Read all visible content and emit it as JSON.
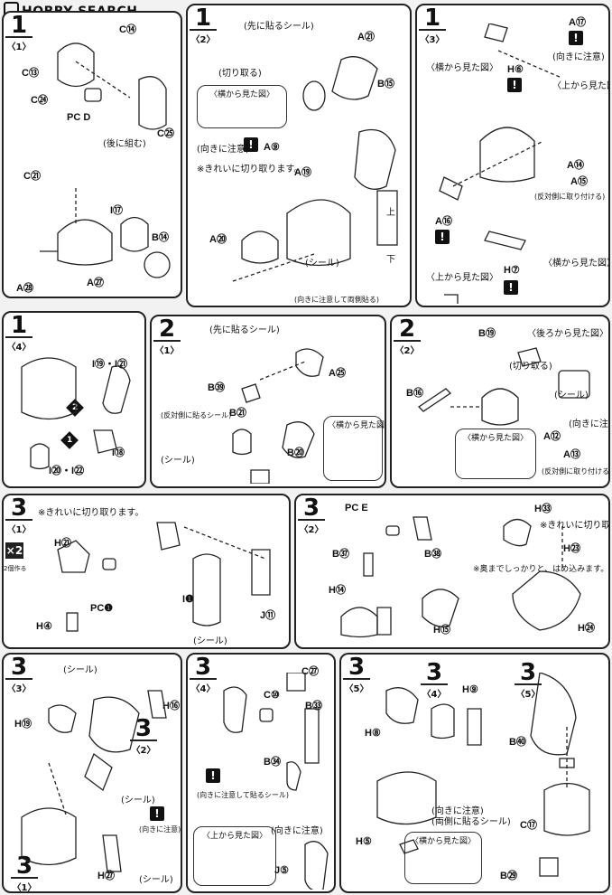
{
  "header": {
    "logo": "HOBBY SEARCH"
  },
  "panels": [
    {
      "id": "p1-1",
      "step": "1",
      "sub": "〈1〉",
      "labels": [
        "C⑭",
        "C⑬",
        "C㉔",
        "PC D",
        "C㉕",
        "C㉑",
        "I⑰",
        "B⑭",
        "A㉘",
        "A㉗"
      ],
      "notes": [
        "(後に組む)"
      ]
    },
    {
      "id": "p1-2",
      "step": "1",
      "sub": "〈2〉",
      "labels": [
        "A㉑",
        "B⑮",
        "A⑨",
        "A⑲",
        "A⑳"
      ],
      "notes": [
        "(先に貼るシール)",
        "(切り取る)",
        "〈横から見た図〉",
        "(向きに注意)",
        "※きれいに切り取ります。",
        "上",
        "下",
        "(シール)",
        "(向きに注意して両側貼る)"
      ]
    },
    {
      "id": "p1-3",
      "step": "1",
      "sub": "〈3〉",
      "labels": [
        "A⑰",
        "H⑥",
        "A⑭",
        "A⑮",
        "A⑯",
        "H⑦"
      ],
      "notes": [
        "〈横から見た図〉",
        "(向きに注意)",
        "〈上から見た図〉",
        "(反対側に取り付ける)"
      ]
    },
    {
      "id": "p1-4",
      "step": "1",
      "sub": "〈4〉",
      "labels": [
        "I⑲・I㉑",
        "I⑱",
        "I⑳・I㉒"
      ],
      "notes": []
    },
    {
      "id": "p2-1",
      "step": "2",
      "sub": "〈1〉",
      "labels": [
        "A㉕",
        "B㊴",
        "B㉑",
        "B⑳"
      ],
      "notes": [
        "(先に貼るシール)",
        "(反対側に貼るシール)",
        "(シール)",
        "〈横から見た図〉"
      ]
    },
    {
      "id": "p2-2",
      "step": "2",
      "sub": "〈2〉",
      "labels": [
        "B⑲",
        "B⑯",
        "A⑫",
        "A⑬"
      ],
      "notes": [
        "〈後ろから見た図〉",
        "(切り取る)",
        "(シール)",
        "〈横から見た図〉",
        "(向きに注意)",
        "(反対側に取り付ける)"
      ]
    },
    {
      "id": "p3-1",
      "step": "3",
      "sub": "〈1〉",
      "labels": [
        "H㉑",
        "PC❶",
        "H④",
        "I❶",
        "J⑪"
      ],
      "notes": [
        "※きれいに切り取ります。",
        "(シール)"
      ],
      "multiplier": "×2",
      "multiplier_sub": "2個作る"
    },
    {
      "id": "p3-2",
      "step": "3",
      "sub": "〈2〉",
      "labels": [
        "PC E",
        "B㊲",
        "B㊳",
        "H⑭",
        "H⑮",
        "H㉝",
        "H㉓",
        "H㉔"
      ],
      "notes": [
        "※きれいに切り取ります。",
        "※奥までしっかりと、はめ込みます。"
      ]
    },
    {
      "id": "p3-3",
      "step": "3",
      "sub": "〈3〉",
      "labels": [
        "H⑲",
        "H⑯",
        "H㉗"
      ],
      "notes": [
        "(シール)",
        "(シール)",
        "(シール)",
        "(向きに注意)"
      ]
    },
    {
      "id": "p3-4",
      "step": "3",
      "sub": "〈4〉",
      "labels": [
        "C㉗",
        "C⑩",
        "B㉝",
        "B㉞",
        "J⑤"
      ],
      "notes": [
        "(向きに注意して貼るシール)",
        "〈上から見た図〉",
        "(向きに注意)"
      ]
    },
    {
      "id": "p3-5",
      "step": "3",
      "sub": "〈5〉",
      "labels": [
        "H⑨",
        "H⑧",
        "H⑤",
        "B㊵",
        "C⑰",
        "B㉙"
      ],
      "notes": [
        "(向きに注意)",
        "(両側に貼るシール)",
        "〈横から見た図〉"
      ]
    }
  ]
}
